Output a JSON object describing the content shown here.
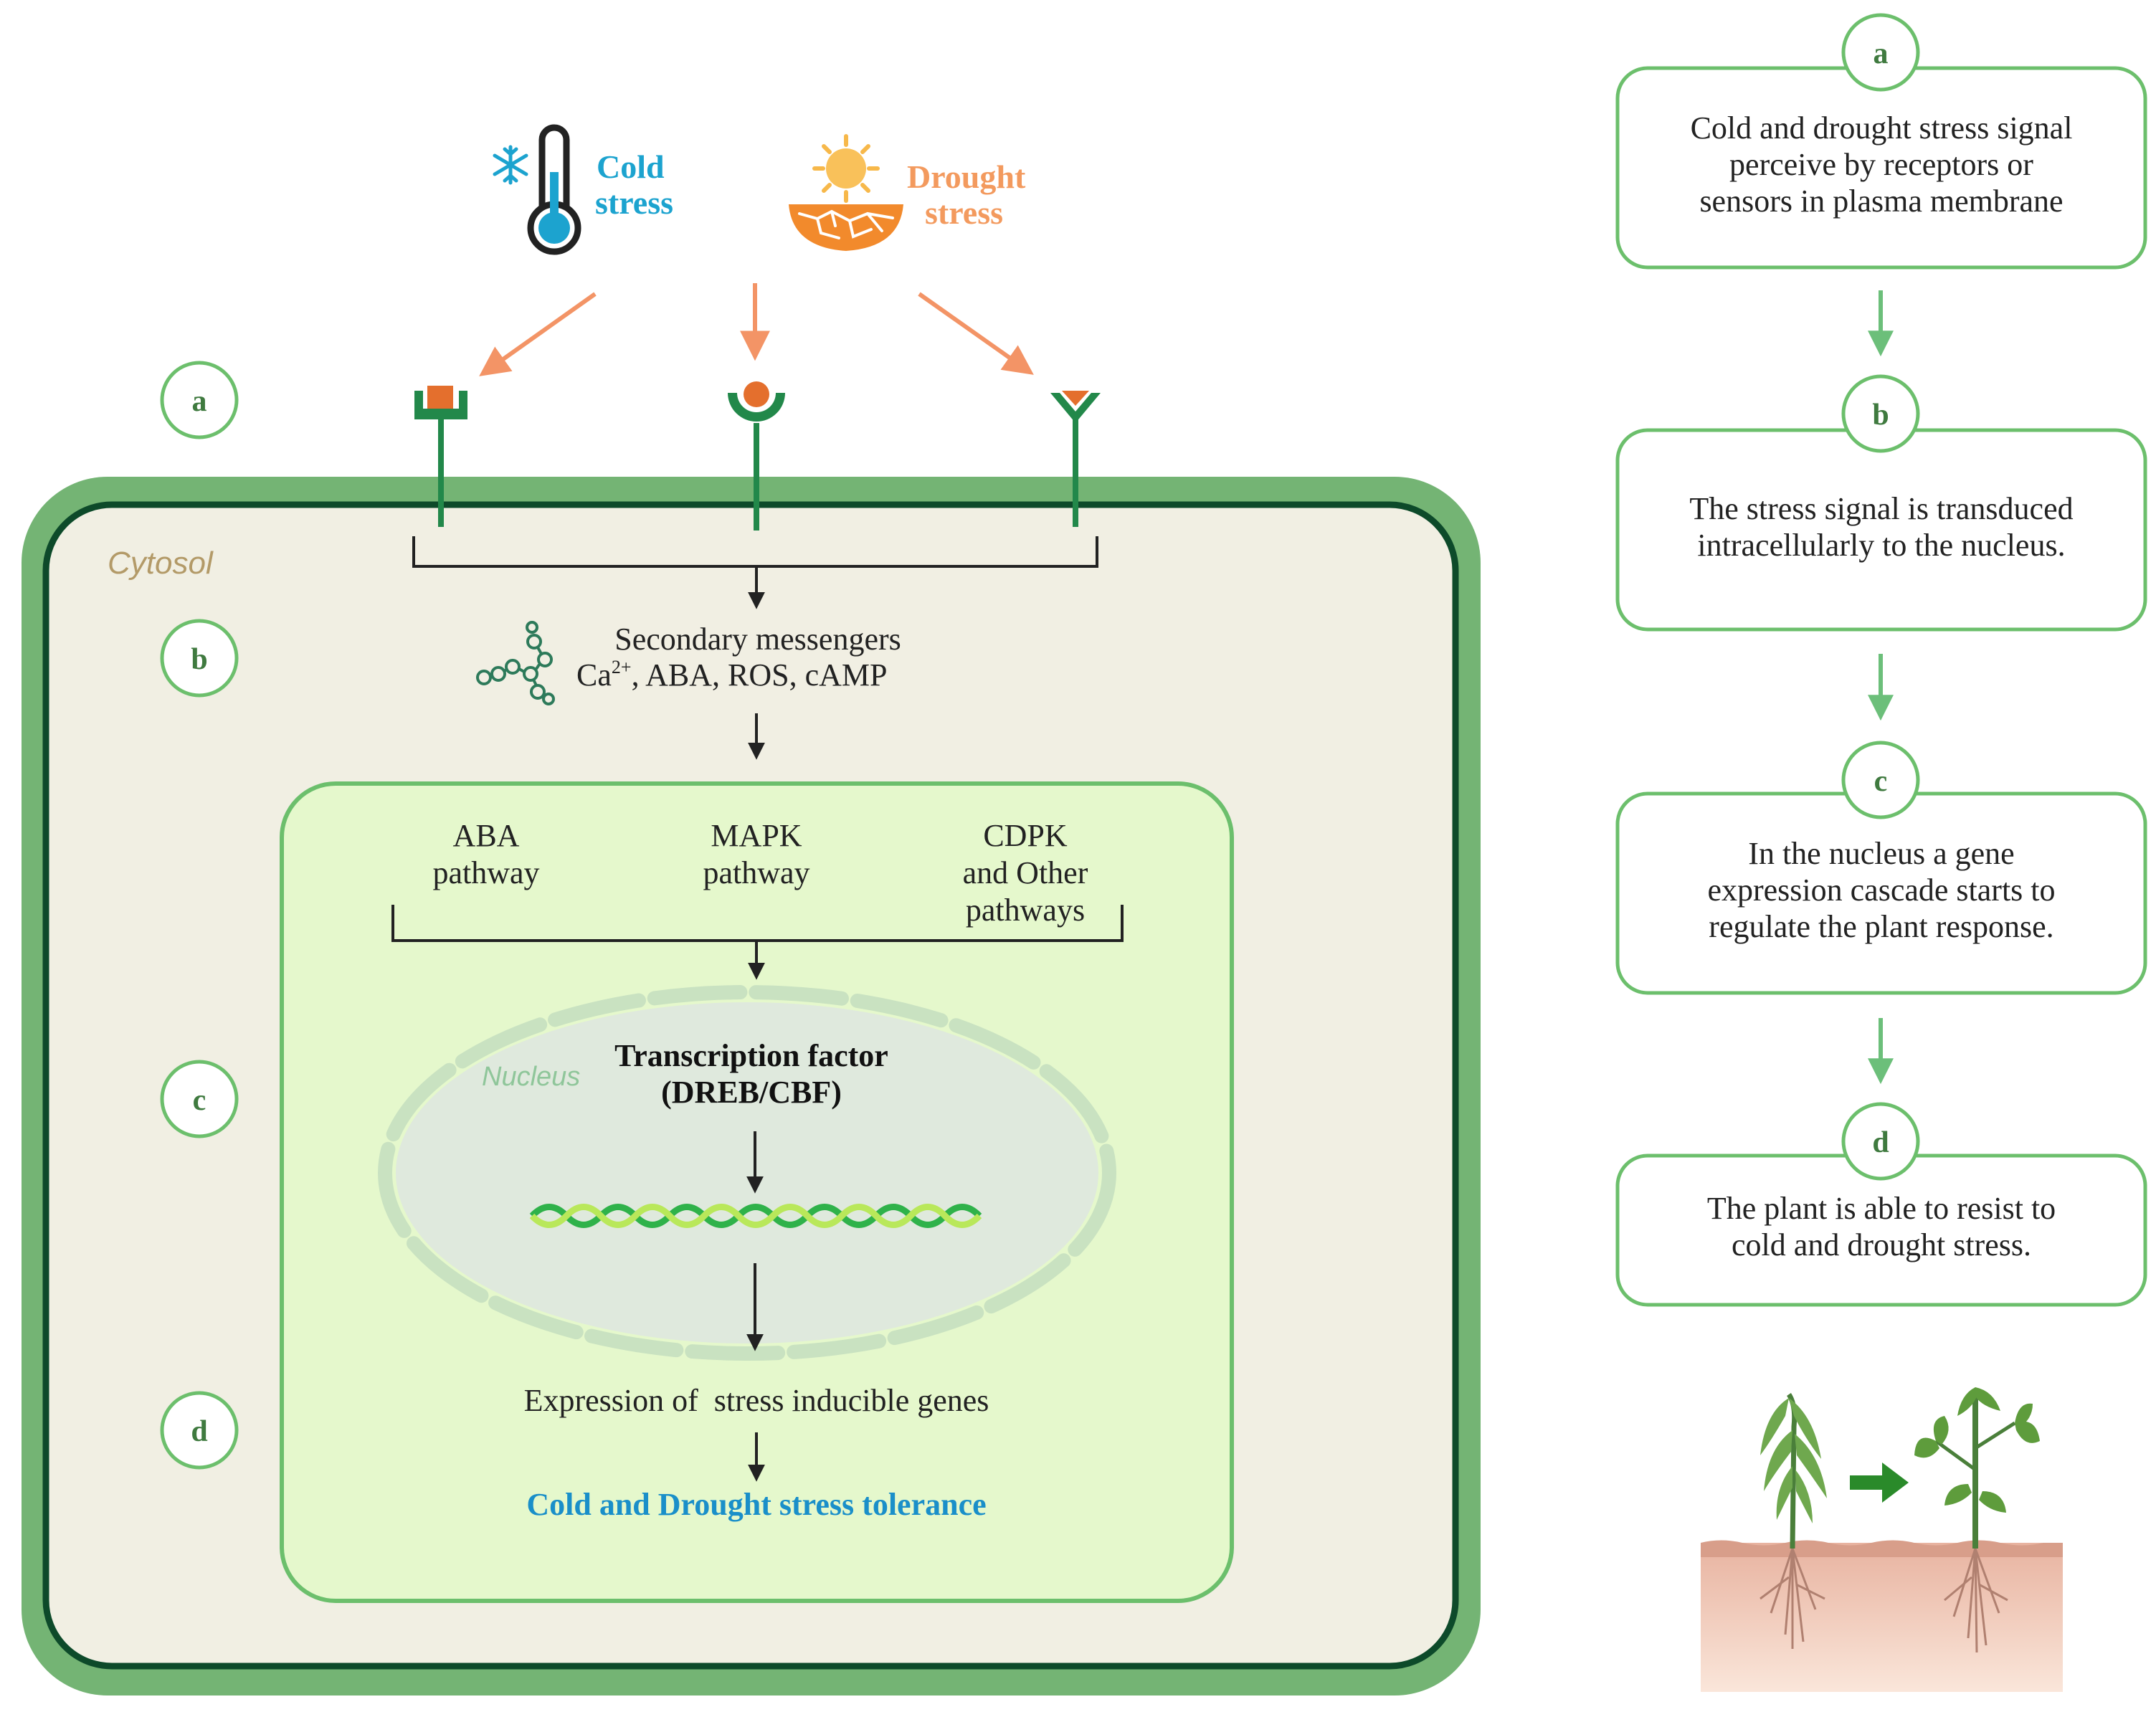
{
  "colors": {
    "cell_wall": "#74b474",
    "membrane": "#0d4a2a",
    "cytosol": "#f1efe3",
    "nucleus_panel": "#e5f8cc",
    "nucleus_panel_border": "#6cbf6c",
    "nucleus": "#dfe9dd",
    "circle_border": "#6cbf6c",
    "circle_text": "#3f7a3f",
    "cold": "#1ca3cf",
    "drought": "#f39a5e",
    "arrow_orange": "#f39466",
    "receptor_green": "#22884a",
    "receptor_head": "#e46f2d",
    "tolerance_text": "#1a8fc9",
    "flow_green": "#6cbf7a"
  },
  "stress": {
    "cold_line1": "Cold",
    "cold_line2": "stress",
    "drought_line1": "Drought",
    "drought_line2": "stress"
  },
  "cell": {
    "cytosol_label": "Cytosol",
    "messengers_line1": "Secondary messengers",
    "messengers_line2a": "Ca",
    "messengers_sup": "2+",
    "messengers_line2b": ", ABA, ROS, cAMP",
    "pathways": [
      {
        "lines": [
          "ABA",
          "pathway"
        ]
      },
      {
        "lines": [
          "MAPK",
          "pathway"
        ]
      },
      {
        "lines": [
          "CDPK",
          "and Other",
          "pathways"
        ]
      }
    ],
    "nucleus_label": "Nucleus",
    "tf_line1": "Transcription factor",
    "tf_line2": "(DREB/CBF)",
    "expression": "Expression of  stress inducible genes",
    "tolerance": "Cold and Drought stress tolerance"
  },
  "left_steps": [
    "a",
    "b",
    "c",
    "d"
  ],
  "flow_steps": [
    {
      "letter": "a",
      "lines": [
        "Cold and drought stress signal",
        "perceive by receptors or",
        "sensors in plasma membrane"
      ]
    },
    {
      "letter": "b",
      "lines": [
        "The stress signal is transduced",
        "intracellularly to the nucleus."
      ]
    },
    {
      "letter": "c",
      "lines": [
        "In the nucleus a gene",
        "expression cascade starts to",
        "regulate the plant response."
      ]
    },
    {
      "letter": "d",
      "lines": [
        "The plant is able to resist to",
        "cold and drought stress."
      ]
    }
  ]
}
